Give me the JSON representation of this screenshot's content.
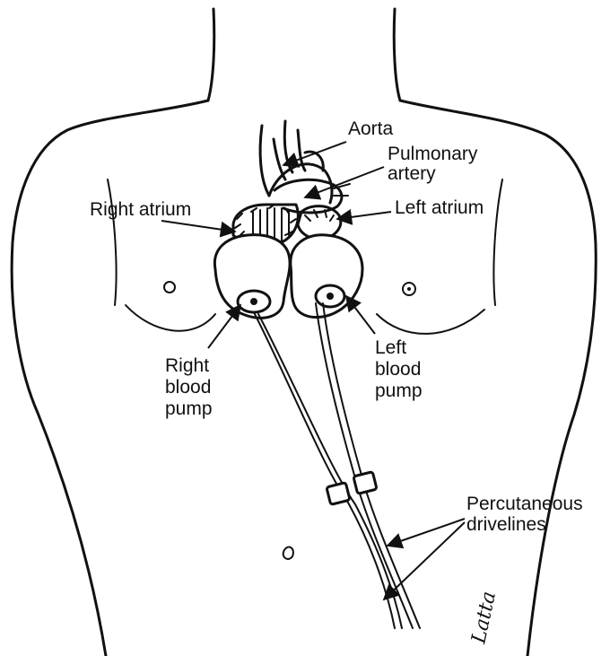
{
  "labels": {
    "aorta": "Aorta",
    "pulmonary_artery_line1": "Pulmonary",
    "pulmonary_artery_line2": "artery",
    "right_atrium": "Right atrium",
    "left_atrium": "Left atrium",
    "right_pump_line1": "Right",
    "right_pump_line2": "blood",
    "right_pump_line3": "pump",
    "left_pump_line1": "Left",
    "left_pump_line2": "blood",
    "left_pump_line3": "pump",
    "drivelines_line1": "Percutaneous",
    "drivelines_line2": "drivelines"
  },
  "signature": "Latta",
  "colors": {
    "ink": "#111111",
    "background": "#ffffff"
  }
}
